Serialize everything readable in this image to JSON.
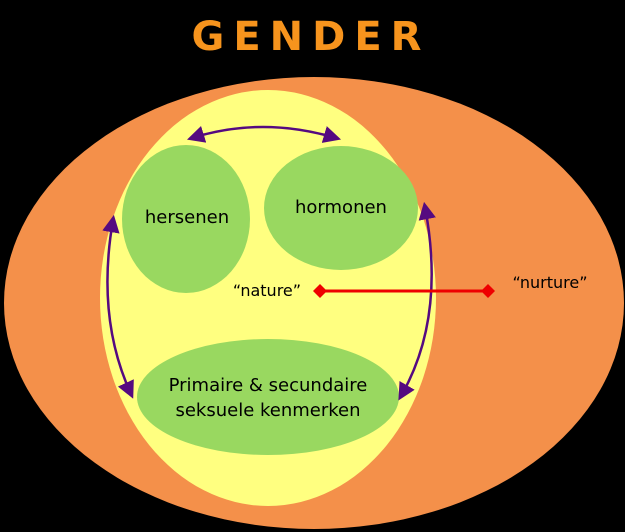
{
  "title": "GENDER",
  "nodes": {
    "brain": "hersenen",
    "hormones": "hormonen",
    "characteristics_line1": "Primaire & secundaire",
    "characteristics_line2": "seksuele kenmerken"
  },
  "scale": {
    "left_label": "“nature”",
    "right_label": "“nurture”"
  },
  "colors": {
    "background": "#000000",
    "outer_oval": "#F4904A",
    "inner_oval": "#FFFF80",
    "node_fill": "#99D860",
    "title": "#F7941D",
    "arrow": "#550A80",
    "scale_line": "#EE0000",
    "text": "#000000"
  }
}
